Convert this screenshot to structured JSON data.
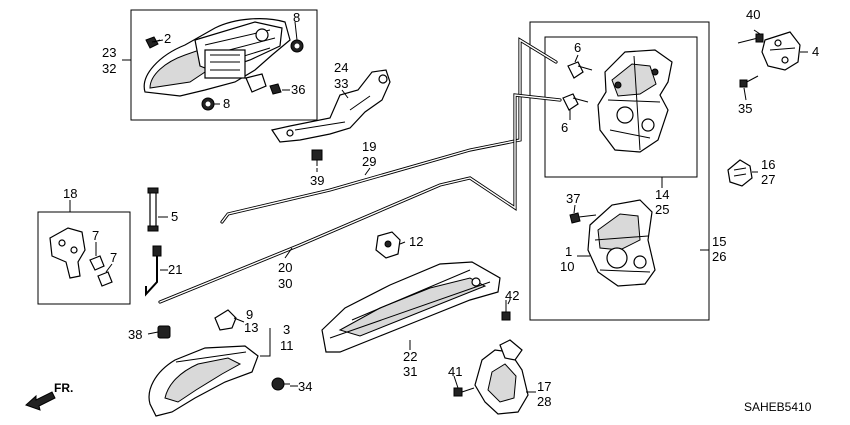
{
  "callouts": {
    "c23": "23",
    "c32": "32",
    "c2": "2",
    "c8a": "8",
    "c8b": "8",
    "c36": "36",
    "c24": "24",
    "c33": "33",
    "c19": "19",
    "c29": "29",
    "c39": "39",
    "c6a": "6",
    "c6b": "6",
    "c14": "14",
    "c25": "25",
    "c40": "40",
    "c4": "4",
    "c35": "35",
    "c16": "16",
    "c27": "27",
    "c18": "18",
    "c7a": "7",
    "c7b": "7",
    "c5": "5",
    "c21": "21",
    "c20": "20",
    "c30": "30",
    "c12": "12",
    "c37": "37",
    "c1": "1",
    "c10": "10",
    "c15": "15",
    "c26": "26",
    "c9": "9",
    "c13": "13",
    "c3": "3",
    "c11": "11",
    "c38": "38",
    "c34": "34",
    "c22": "22",
    "c31": "31",
    "c42": "42",
    "c41": "41",
    "c17": "17",
    "c28": "28"
  },
  "direction_label": "FR.",
  "diagram_code": "SAHEB5410"
}
